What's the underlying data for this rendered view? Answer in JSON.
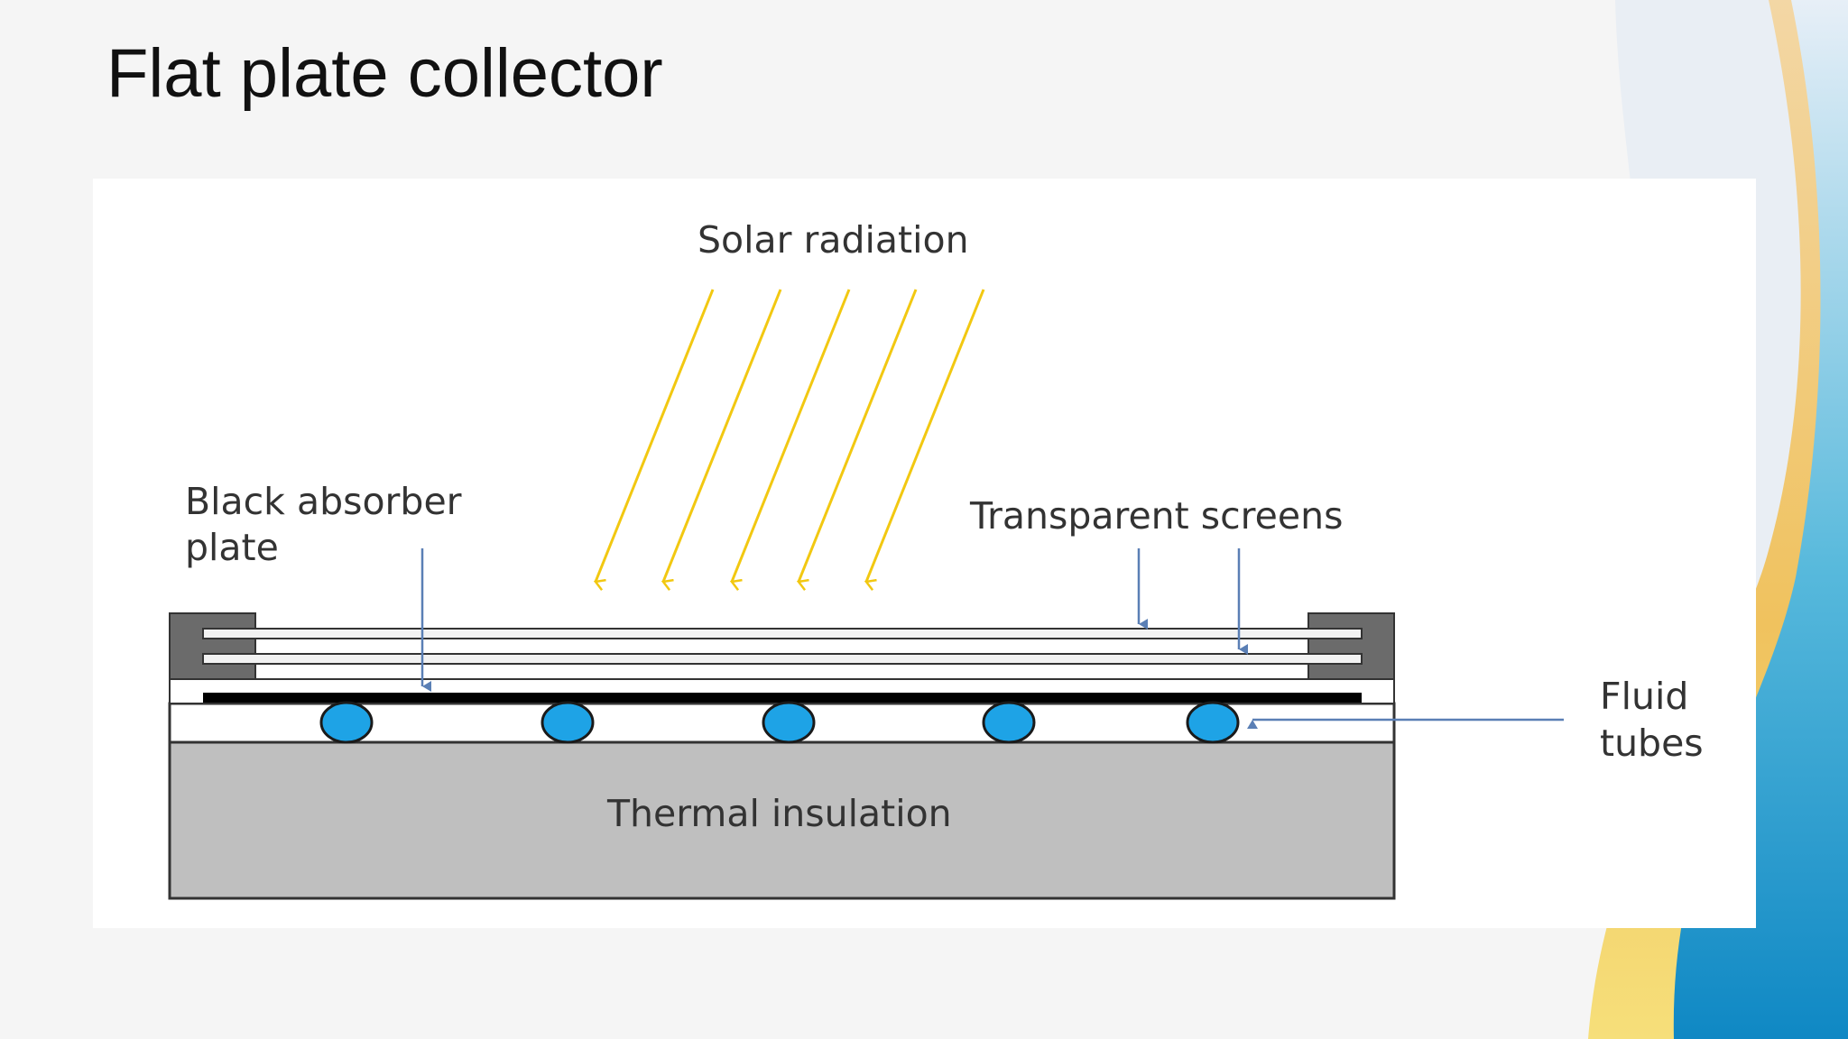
{
  "slide": {
    "title": "Flat plate collector"
  },
  "diagram": {
    "solar_radiation_label": "Solar radiation",
    "absorber_label_line1": "Black absorber",
    "absorber_label_line2": "plate",
    "screens_label": "Transparent screens",
    "fluid_label_line1": "Fluid",
    "fluid_label_line2": "tubes",
    "insulation_label": "Thermal insulation",
    "colors": {
      "radiation": "#f2c811",
      "tube_fill": "#1ea3e6",
      "insulation": "#bfbfbf",
      "frame": "#6b6b6b",
      "absorber": "#000000",
      "pointer": "#5a7fb5"
    }
  }
}
